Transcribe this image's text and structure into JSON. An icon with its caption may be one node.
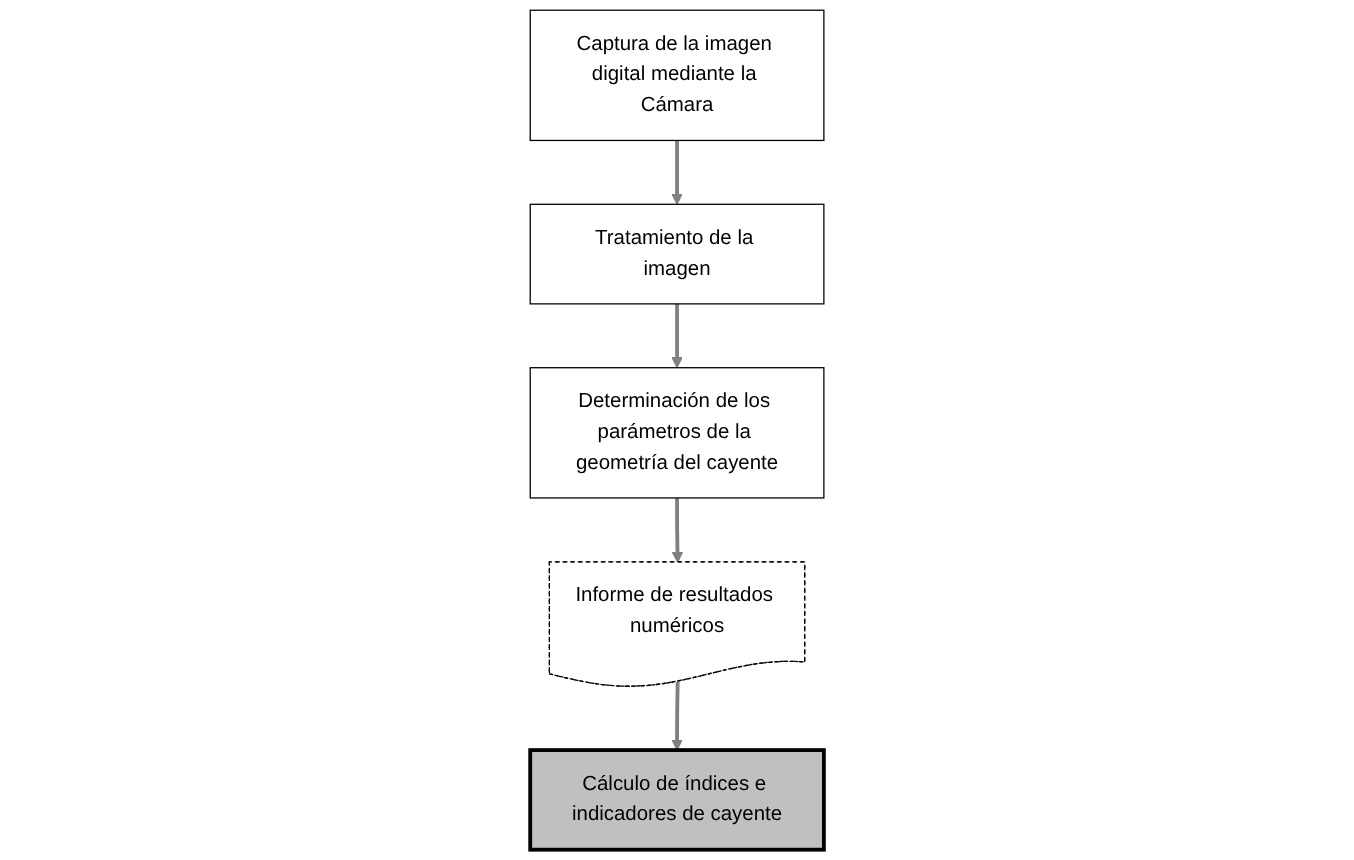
{
  "diagram": {
    "nodes": [
      {
        "text": [
          "Captura de la imagen digital mediante la Cámara"
        ]
      },
      {
        "text": [
          "Tratamiento de la imagen"
        ]
      },
      {
        "text": [
          "Determinación de los parámetros de la geometría del cayente"
        ]
      },
      {
        "text": [
          "Informe de resultados numéricos"
        ]
      },
      {
        "text": [
          "Cálculo de índices e indicadores de cayente"
        ]
      }
    ],
    "edges": [
      {
        "from": 0,
        "to": 1,
        "arrow": "to"
      },
      {
        "from": 1,
        "to": 2,
        "arrow": "to"
      },
      {
        "from": 2,
        "to": 3,
        "arrow": "to"
      },
      {
        "from": 3,
        "to": 4,
        "arrow": "to"
      }
    ]
  }
}
